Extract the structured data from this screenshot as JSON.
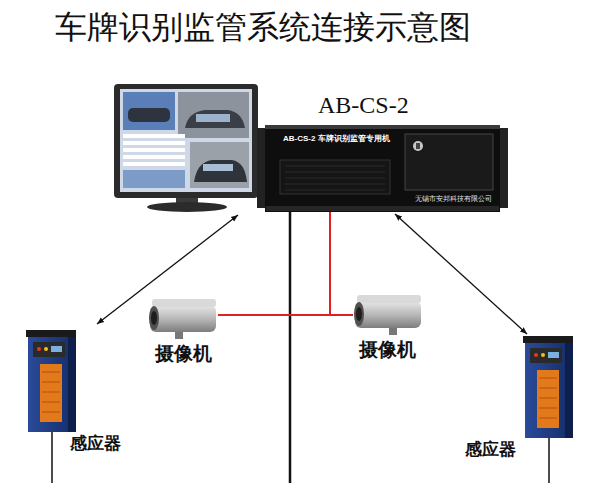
{
  "diagram": {
    "title": "车牌识别监管系统连接示意图",
    "nodes": [
      {
        "text": [
          "AB-CS-2",
          "AB-CS-2 车牌识别监管专用机",
          "无锡市安邦科技有限公司"
        ]
      },
      {
        "text": [
          "摄像机"
        ]
      },
      {
        "text": [
          "摄像机"
        ]
      },
      {
        "text": [
          "感应器"
        ]
      },
      {
        "text": [
          "感应器"
        ]
      }
    ],
    "edges": [
      {
        "from": 0,
        "to": 1,
        "arrow": "none"
      },
      {
        "from": 0,
        "to": 2,
        "arrow": "none"
      },
      {
        "from": 0,
        "to": 4,
        "arrow": "both"
      }
    ]
  }
}
